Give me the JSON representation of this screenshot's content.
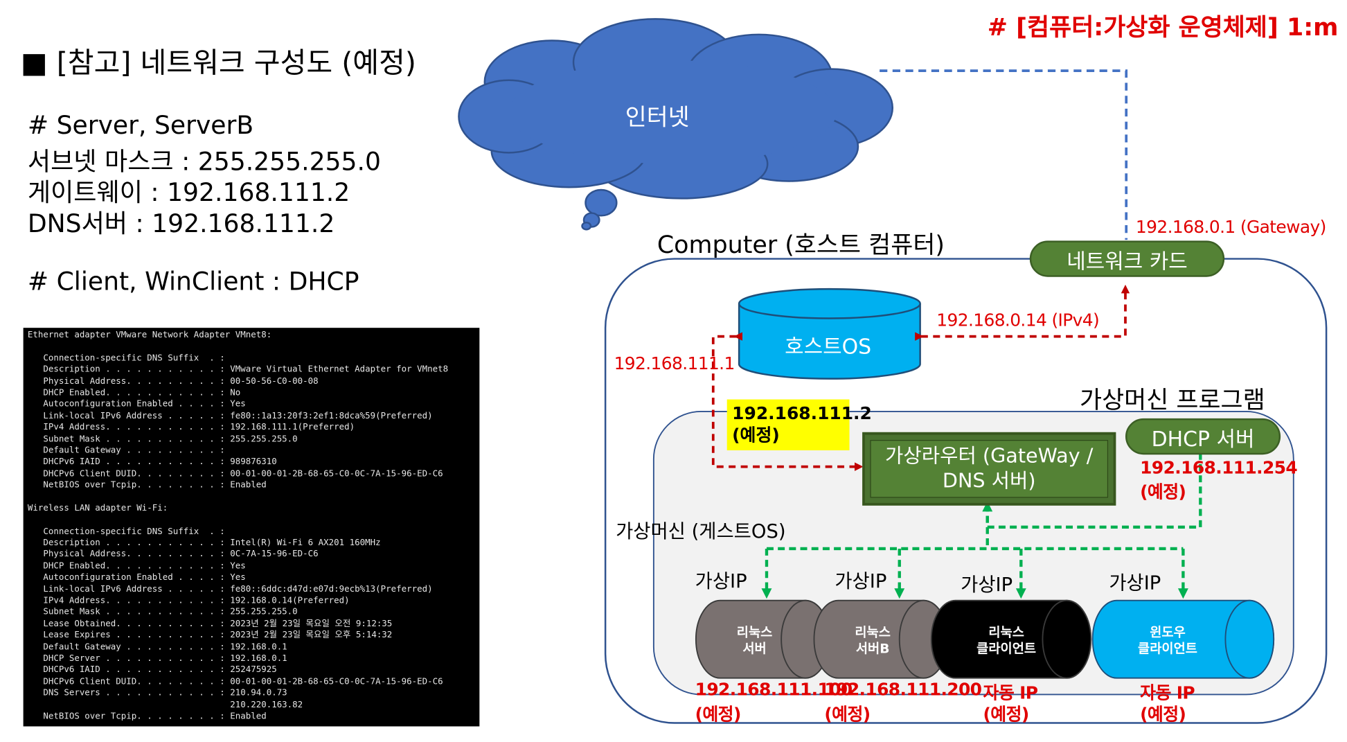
{
  "title": "■ [참고] 네트워크 구성도 (예정)",
  "header_note": "# [컴퓨터:가상화 운영체제] 1:m",
  "info": {
    "line1": "# Server, ServerB",
    "line2": "서브넷 마스크 : 255.255.255.0",
    "line3": "게이트웨이 : 192.168.111.2",
    "line4": "DNS서버 : 192.168.111.2",
    "line5": "# Client, WinClient : DHCP"
  },
  "terminal_lines": [
    "Ethernet adapter VMware Network Adapter VMnet8:",
    "",
    "   Connection-specific DNS Suffix  . :",
    "   Description . . . . . . . . . . . : VMware Virtual Ethernet Adapter for VMnet8",
    "   Physical Address. . . . . . . . . : 00-50-56-C0-00-08",
    "   DHCP Enabled. . . . . . . . . . . : No",
    "   Autoconfiguration Enabled . . . . : Yes",
    "   Link-local IPv6 Address . . . . . : fe80::1a13:20f3:2ef1:8dca%59(Preferred)",
    "   IPv4 Address. . . . . . . . . . . : 192.168.111.1(Preferred)",
    "   Subnet Mask . . . . . . . . . . . : 255.255.255.0",
    "   Default Gateway . . . . . . . . . :",
    "   DHCPv6 IAID . . . . . . . . . . . : 989876310",
    "   DHCPv6 Client DUID. . . . . . . . : 00-01-00-01-2B-68-65-C0-0C-7A-15-96-ED-C6",
    "   NetBIOS over Tcpip. . . . . . . . : Enabled",
    "",
    "Wireless LAN adapter Wi-Fi:",
    "",
    "   Connection-specific DNS Suffix  . :",
    "   Description . . . . . . . . . . . : Intel(R) Wi-Fi 6 AX201 160MHz",
    "   Physical Address. . . . . . . . . : 0C-7A-15-96-ED-C6",
    "   DHCP Enabled. . . . . . . . . . . : Yes",
    "   Autoconfiguration Enabled . . . . : Yes",
    "   Link-local IPv6 Address . . . . . : fe80::6ddc:d47d:e07d:9ecb%13(Preferred)",
    "   IPv4 Address. . . . . . . . . . . : 192.168.0.14(Preferred)",
    "   Subnet Mask . . . . . . . . . . . : 255.255.255.0",
    "   Lease Obtained. . . . . . . . . . : 2023년 2월 23일 목요일 오전 9:12:35",
    "   Lease Expires . . . . . . . . . . : 2023년 2월 23일 목요일 오후 5:14:32",
    "   Default Gateway . . . . . . . . . : 192.168.0.1",
    "   DHCP Server . . . . . . . . . . . : 192.168.0.1",
    "   DHCPv6 IAID . . . . . . . . . . . : 252475925",
    "   DHCPv6 Client DUID. . . . . . . . : 00-01-00-01-2B-68-65-C0-0C-7A-15-96-ED-C6",
    "   DNS Servers . . . . . . . . . . . : 210.94.0.73",
    "                                       210.220.163.82",
    "   NetBIOS over Tcpip. . . . . . . . : Enabled"
  ],
  "diagram": {
    "cloud_label": "인터넷",
    "computer_label": "Computer (호스트 컴퓨터)",
    "nic_label": "네트워크 카드",
    "nic_ip": "192.168.0.1 (Gateway)",
    "host_os_label": "호스트OS",
    "host_os_ip": "192.168.0.14 (IPv4)",
    "vmnet_ip": "192.168.111.1",
    "vm_program_label": "가상머신 프로그램",
    "gateway_note_line1": "192.168.111.2",
    "gateway_note_line2": "(예정)",
    "router_line1": "가상라우터 (GateWay /",
    "router_line2": "DNS 서버)",
    "dhcp_label": "DHCP 서버",
    "dhcp_ip_line1": "192.168.111.254",
    "dhcp_ip_line2": "(예정)",
    "guest_label": "가상머신 (게스트OS)",
    "vip_label": "가상IP",
    "machines": [
      {
        "line1": "리눅스",
        "line2": "서버",
        "ip": "192.168.111.100",
        "note": "(예정)",
        "color": "#7a7170"
      },
      {
        "line1": "리눅스",
        "line2": "서버B",
        "ip": "192.168.111.200",
        "note": "(예정)",
        "color": "#7a7170"
      },
      {
        "line1": "리눅스",
        "line2": "클라이언트",
        "ip": "자동 IP",
        "note": "(예정)",
        "color": "#000000"
      },
      {
        "line1": "윈도우",
        "line2": "클라이언트",
        "ip": "자동 IP",
        "note": "(예정)",
        "color": "#00b0f0"
      }
    ]
  },
  "colors": {
    "cloud": "#4472c4",
    "internet_link": "#4472c4",
    "host_link": "#c00000",
    "vm_link": "#00b050",
    "nic_fill": "#548235",
    "host_os_fill": "#00b0f0",
    "label_red": "#e00000"
  }
}
